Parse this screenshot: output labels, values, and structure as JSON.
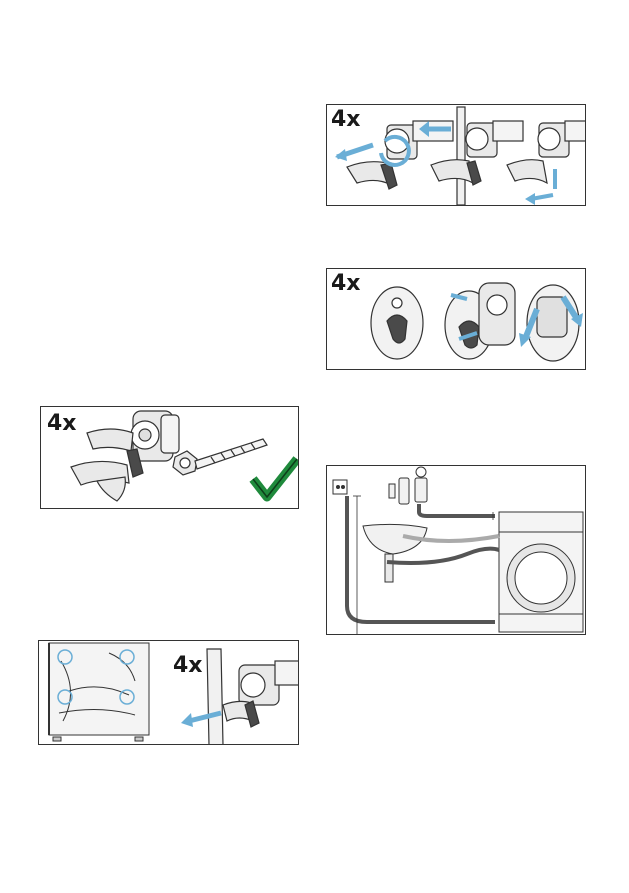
{
  "panels": {
    "remove_bolts": {
      "quantity": "4x"
    },
    "insert_caps": {
      "quantity": "4x"
    },
    "kit_contents": {
      "quantity": "4x"
    },
    "transport_bolts": {
      "quantity": "4x"
    }
  },
  "colors": {
    "arrow": "#6aaed6",
    "check": "#1f8a3c",
    "line": "#333333",
    "part_fill": "#e9e9e9",
    "part_dark": "#4a4a4a"
  },
  "icons": [
    "arrow-icon",
    "checkmark-icon",
    "screw-icon",
    "spacer-icon",
    "cap-icon"
  ]
}
